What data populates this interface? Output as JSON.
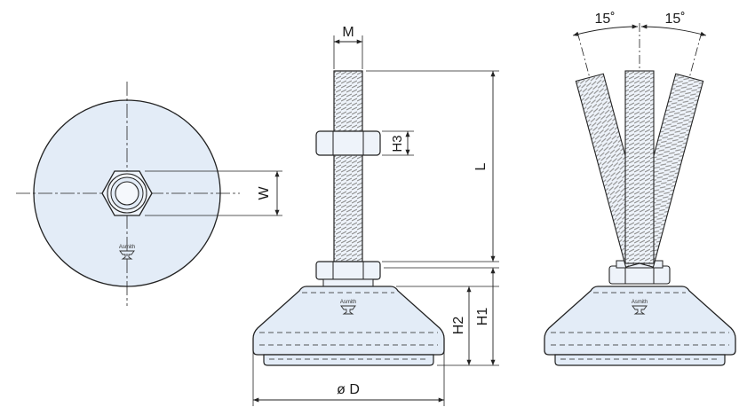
{
  "labels": {
    "m": "M",
    "w": "W",
    "h3": "H3",
    "l": "L",
    "h2": "H2",
    "h1": "H1",
    "diameter": "ø D",
    "angle_left": "15˚",
    "angle_right": "15˚"
  },
  "logo": {
    "text": "Asmith"
  },
  "colors": {
    "fill": "#e3ecf7",
    "stroke": "#222222",
    "dim": "#222222",
    "thread": "#9a9a9a"
  }
}
